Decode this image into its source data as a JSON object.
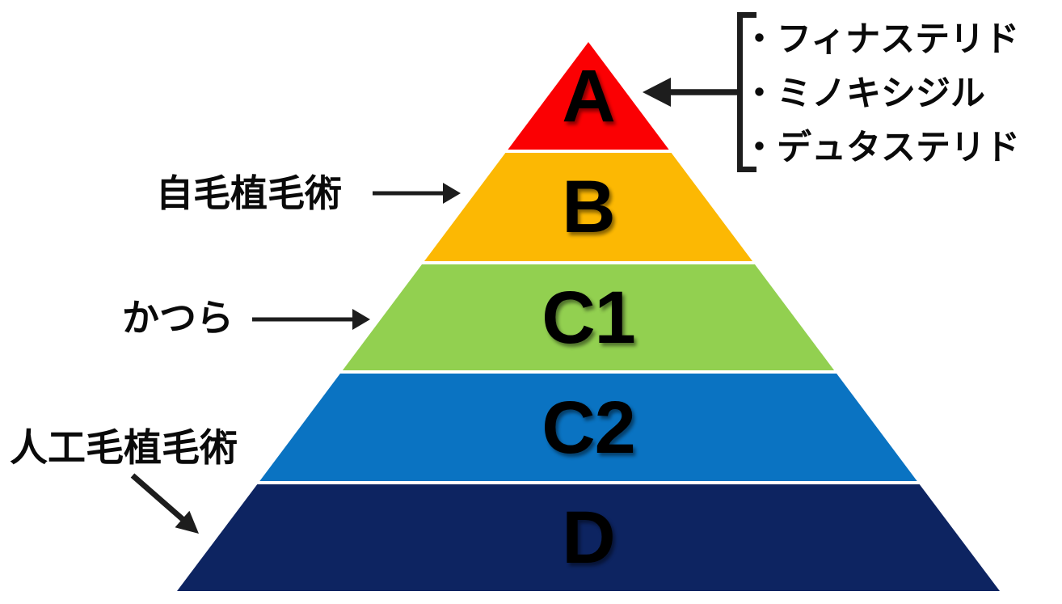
{
  "pyramid": {
    "levels": [
      {
        "label": "A",
        "color": "#FB0003"
      },
      {
        "label": "B",
        "color": "#FCB803"
      },
      {
        "label": "C1",
        "color": "#92D050"
      },
      {
        "label": "C2",
        "color": "#0A73C2"
      },
      {
        "label": "D",
        "color": "#0D2461"
      }
    ]
  },
  "callouts": {
    "medications": {
      "items": [
        "・フィナステリド",
        "・ミノキシジル",
        "・デュタステリド"
      ],
      "points_to": "A"
    },
    "self_hair_transplant": {
      "label": "自毛植毛術",
      "points_to": "B"
    },
    "wig": {
      "label": "かつら",
      "points_to": "C1"
    },
    "artificial_hair_transplant": {
      "label": "人工毛植毛術",
      "points_to": "D"
    }
  },
  "colors": {
    "arrow": "#1d1d1d",
    "text": "#0a0a0a",
    "background": "#ffffff"
  }
}
